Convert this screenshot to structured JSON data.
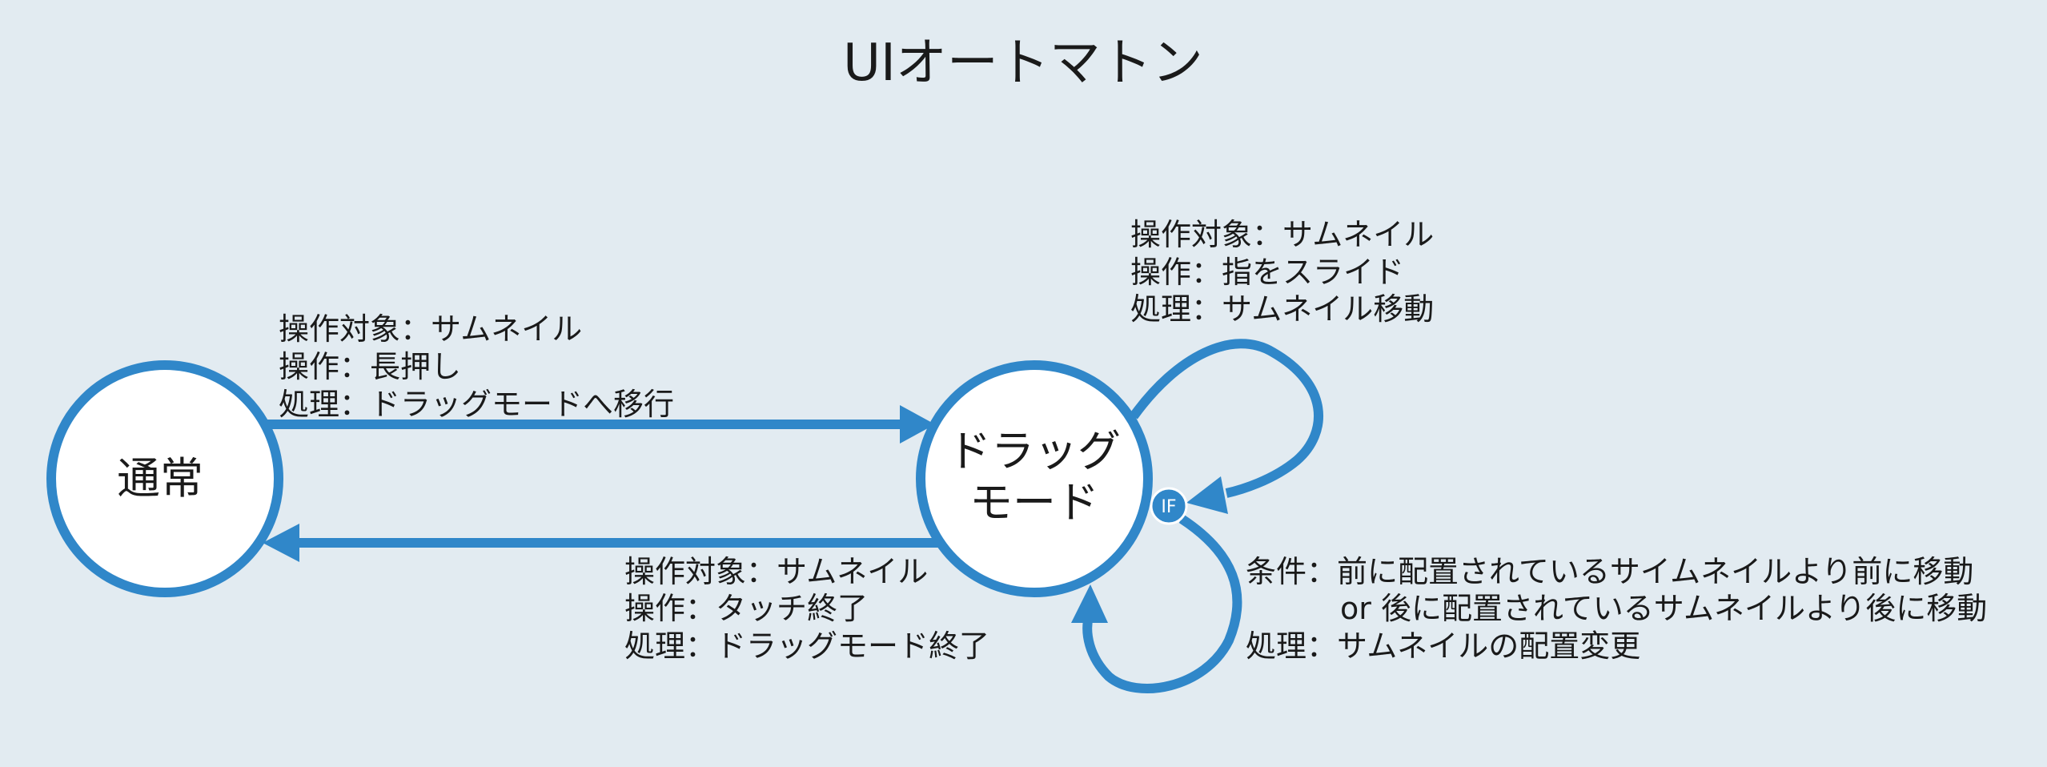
{
  "title": "UIオートマトン",
  "colors": {
    "background": "#e2ebf1",
    "accent": "#3087c9",
    "node_fill": "#ffffff",
    "text": "#1a1a1a"
  },
  "states": {
    "normal": {
      "label": "通常"
    },
    "drag": {
      "label_line1": "ドラッグ",
      "label_line2": "モード"
    }
  },
  "transitions": {
    "to_drag": {
      "target": "操作対象：サムネイル",
      "operation": "操作：長押し",
      "process": "処理：ドラッグモードへ移行"
    },
    "to_normal": {
      "target": "操作対象：サムネイル",
      "operation": "操作：タッチ終了",
      "process": "処理：ドラッグモード終了"
    },
    "self_move": {
      "target": "操作対象：サムネイル",
      "operation": "操作：指をスライド",
      "process": "処理：サムネイル移動"
    },
    "self_reorder": {
      "condition_line1": "条件：前に配置されているサイムネイルより前に移動",
      "condition_line2": "or 後に配置されているサムネイルより後に移動",
      "process": "処理：サムネイルの配置変更"
    }
  },
  "if_badge": {
    "label": "IF",
    "icon": "conditional-branch-icon"
  }
}
